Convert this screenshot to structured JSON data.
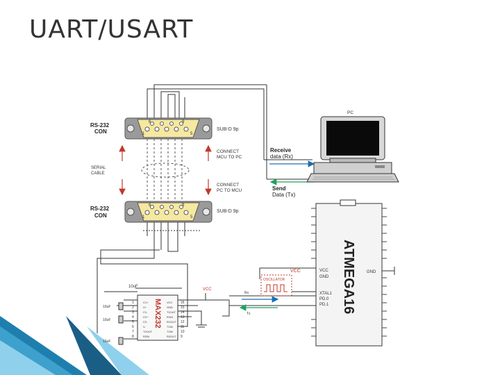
{
  "slide": {
    "title": "UART/USART"
  },
  "connectors": {
    "top": {
      "label_line1": "RS-232",
      "label_line2": "CON",
      "type": "SUB-D 9p",
      "pin_labels": [
        "1",
        "5",
        "6",
        "9"
      ]
    },
    "bottom": {
      "label_line1": "RS-232",
      "label_line2": "CON",
      "type": "SUB-D 9p",
      "pin_labels": [
        "1",
        "5",
        "6",
        "9"
      ]
    }
  },
  "cable": {
    "label_line1": "SERIAL",
    "label_line2": "CABLE"
  },
  "annotations": {
    "connect_mcu_to_pc_1": "CONNECT",
    "connect_mcu_to_pc_2": "MCU TO PC",
    "connect_pc_to_mcu_1": "CONNECT",
    "connect_pc_to_mcu_2": "PC TO MCU",
    "receive_1": "Receive",
    "receive_2": "data (Rx)",
    "send_1": "Send",
    "send_2": "Data (Tx)"
  },
  "pc": {
    "label": "PC"
  },
  "mcu": {
    "name": "ATMEGA16",
    "pins": [
      "VCC",
      "GND",
      "XTAL1",
      "PD.0",
      "PD.1"
    ],
    "gnd": "GND",
    "vcc": "VCC",
    "oscillator": "OSCILLATOR",
    "rx": "Rx",
    "tx": "Tx"
  },
  "max232": {
    "name": "MAX232",
    "cap_top": "10uF",
    "caps": [
      "10uF",
      "10uF",
      "10uF"
    ],
    "vcc": "VCC",
    "left_pins": [
      "C1+",
      "V+",
      "C1-",
      "C2+",
      "C2-",
      "V-",
      "T2OUT",
      "R2IN"
    ],
    "right_pins": [
      "VCC",
      "GND",
      "T1OUT",
      "R1IN",
      "R1OUT",
      "T1IN",
      "T2IN",
      "R2OUT"
    ],
    "left_nums": [
      "1",
      "2",
      "3",
      "4",
      "5",
      "6",
      "7",
      "8"
    ],
    "right_nums": [
      "16",
      "15",
      "14",
      "13",
      "12",
      "11",
      "10",
      "9"
    ]
  }
}
